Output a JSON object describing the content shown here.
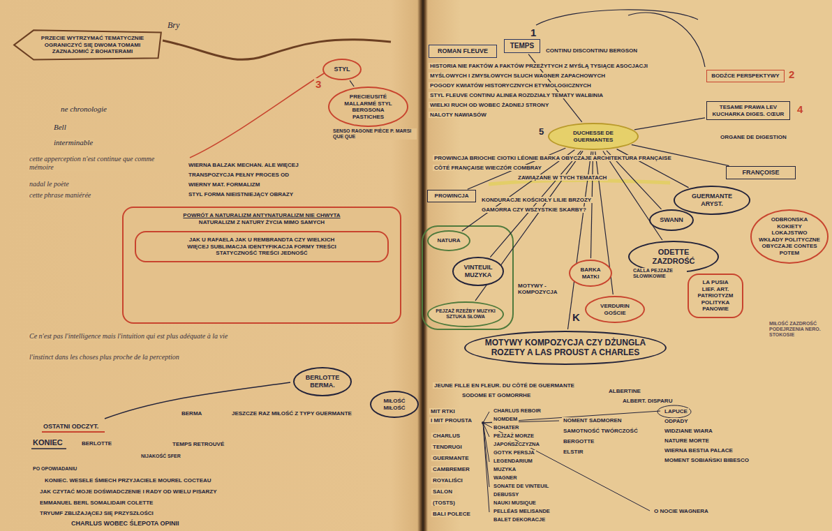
{
  "diagram": {
    "nodes": [
      {
        "text": [
          "PRZECIE WYTRZYMAĆ TEMATYCZNIE OGRANICZYĆ SIĘ DWOMA TOMAMI ZAZNAJOMIĆ Z BOHATERAMI"
        ]
      },
      {
        "text": [
          "STYL"
        ]
      },
      {
        "text": [
          "PRECIEUSITÉ",
          "MALLARMÉ STYL BERGSONA PASTICHES"
        ]
      },
      {
        "text": [
          "POWRÓT A NATURALIZM ANTYNATURALIZM NIE CHWYTA",
          "NATURALIZM Z NATURY ŻYCIA MIMO SAMYCH"
        ]
      },
      {
        "text": [
          "JAK U RAFAELA JAK U REMBRANDTA CZY WIELKICH",
          "WIĘCEJ SUBLIMACJA IDENTYFIKACJA FORMY TREŚCI",
          "STATYCZNOŚĆ TREŚCI JEDNOŚĆ"
        ],
        "in": 3
      },
      {
        "text": [
          "BERLOTTE BERMA."
        ]
      },
      {
        "text": [
          "MIŁOŚĆ MIŁOŚĆ"
        ]
      },
      {
        "text": [
          "ROMAN FLEUVE"
        ]
      },
      {
        "text": [
          "TEMPS"
        ]
      },
      {
        "text": [
          "BODŹCE PERSPEKTYWY"
        ]
      },
      {
        "text": [
          "TESAME PRAWA LEV KUCHARKA DIGES. CŒUR"
        ]
      },
      {
        "text": [
          "DUCHESSE DE GUERMANTES"
        ]
      },
      {
        "text": [
          "FRANÇOISE"
        ]
      },
      {
        "text": [
          "GUERMANTE ARYST."
        ]
      },
      {
        "text": [
          "ODBRONSKA KOKIETY LOKAJSTWO WKŁADY POLITYCZNE OBYCZAJE CONTES",
          "POTEM"
        ]
      },
      {
        "text": [
          "PROWINCJA"
        ]
      },
      {
        "text": [
          "NATURA"
        ]
      },
      {
        "text": [
          "VINTEUIL MUZYKA"
        ]
      },
      {
        "text": [
          "SWANN"
        ]
      },
      {
        "text": [
          "ODETTE ZAZDROŚĆ"
        ]
      },
      {
        "text": [
          "BARKA MATKI"
        ]
      },
      {
        "text": [
          "VERDURIN GOŚCIE"
        ]
      },
      {
        "text": [
          "MOTYWY KOMPOZYCJA CZY DŻUNGLA",
          "ROZETY A LAS PROUST A CHARLES"
        ]
      },
      {
        "text": [
          "LA PUSIA LIEF. ART. PATRIOTYZM POLITYKA PANOWIE"
        ]
      },
      {
        "text": [
          "PEJZAŻ RZEŹBY MUZYKI SZTUKA SŁOWA"
        ]
      }
    ],
    "edges": [
      {
        "from": 1,
        "to": 2,
        "arrow": "none"
      },
      {
        "from": 8,
        "to": 11,
        "arrow": "none"
      },
      {
        "from": 10,
        "to": 11,
        "arrow": "none"
      },
      {
        "from": 11,
        "to": 15,
        "arrow": "none"
      },
      {
        "from": 11,
        "to": 16,
        "arrow": "none"
      },
      {
        "from": 11,
        "to": 17,
        "arrow": "none"
      },
      {
        "from": 11,
        "to": 20,
        "arrow": "none"
      },
      {
        "from": 11,
        "to": 21,
        "arrow": "none"
      },
      {
        "from": 11,
        "to": 19,
        "arrow": "none"
      },
      {
        "from": 11,
        "to": 18,
        "arrow": "none"
      },
      {
        "from": 11,
        "to": 13,
        "arrow": "none"
      },
      {
        "from": 11,
        "to": 12,
        "arrow": "none"
      },
      {
        "from": 11,
        "to": 24,
        "arrow": "none"
      },
      {
        "from": 11,
        "to": 22,
        "arrow": "none"
      }
    ],
    "labels": [
      "Bry",
      "3",
      "ne chronologie",
      "Bell",
      "interminable",
      "cette apperception n'est continue que comme mémoire",
      "nadal le poète",
      "cette phrase maniérée",
      "WIERNA BALZAK MECHAN. ALE WIĘCEJ",
      "TRANSPOZYCJA PEŁNY PROCES OD",
      "WIERNY MAT. FORMALIZM",
      "STYL FORMA NIEISTNIEJĄCY OBRAZY",
      "SENSO RAGONE PIÈCE P. MARSI QUE QUE",
      "Ce n'est pas l'intelligence mais l'intuition qui est plus adéquate à la vie",
      "l'instinct dans les choses plus proche de la perception",
      "JESZCZE RAZ MIŁOŚĆ Z TYPY GUERMANTE",
      "BERMA",
      "OSTATNI ODCZYT.",
      "KONIEC",
      "BERLOTTE",
      "TEMPS RETROUVÉ",
      "NIJAKOŚĆ SFER",
      "PO OPOWIADANIU",
      "KONIEC. WESELE ŚMIECH PRZYJACIELE MOUREL COCTEAU",
      "JAK CZYTAĆ MOJE DOŚWIADCZENIE I RADY OD WIELU PISARZY",
      "EMMANUEL BERL SOMALIDAIR COLETTE",
      "TRYUMF ZBLIŻAJĄCEJ SIĘ PRZYSZŁOŚCI",
      "CHARLUS WOBEC ŚLEPOTA OPINII",
      "1",
      "CONTINU DISCONTINU BERGSON",
      "HISTORIA NIE FAKTÓW A FAKTÓW PRZEŻYTYCH Z MYŚLĄ TYSIĄCE ASOCJACJI",
      "MYŚLOWYCH I ZMYSŁOWYCH SŁUCH WAGNER ZAPACHOWYCH",
      "POGODY KWIATÓW HISTORYCZNYCH ETYMOLOGICZNYCH",
      "STYL FLEUVE CONTINU ALINEA ROZDZIAŁY TEMATY WALBINIA",
      "WIELKI RUCH OD WOBEC ŻADNEJ STRONY",
      "NALOTY NAWIASÓW",
      "2",
      "4",
      "5",
      "ORGANE DE DIGESTION",
      "PROWINCJA BRIOCHE CIOTKI LÉONIE BARKA OBYCZAJE ARCHITEKTURA FRANÇAISE",
      "CÔTÉ FRANÇAISE WIECZÓR COMBRAY",
      "ZAWIĄZANE W TYCH TEMATACH",
      "KONDURACJE KOŚCIOŁY LILIE BRZOZY",
      "GAMORRA CZY WSZYSTKIE SKARBY?",
      "CALLA PEJZAŻE SŁOWIKOWIE",
      "MOTYWY - KOMPOZYCJA",
      "K",
      "MIŁOŚĆ ZAZDROŚĆ PODEJRZENIA NERO. STOKOSIE",
      "JEUNE FILLE EN FLEUR. DU CÔTÉ DE GUERMANTE",
      "SODOME ET GOMORRHE",
      "ALBERTINE",
      "ALBERT. DISPARU",
      "MIT RTKI",
      "I MIT PROUSTA",
      "CHARLUS",
      "TENDRUGI",
      "GUERMANTE",
      "CAMBREMER",
      "ROYALIŚCI",
      "SALON",
      "(TOSTS)",
      "BALI POLECE",
      "CHARLUS REBOIR",
      "NOMDEM",
      "BOHATER",
      "PEJZAŻ MORZE",
      "JAPOŃSZCZYZNA",
      "GOTYK PERSJA",
      "LEGENDARIUM",
      "MUZYKA",
      "WAGNER",
      "SONATE DE VINTEUIL",
      "DEBUSSY",
      "NAUKI MUSIQUE",
      "PELLÉAS MELISANDE",
      "BALET DEKORACJE",
      "NOMENT SADMOREN",
      "SAMOTNOŚĆ TWÓRCZOŚĆ",
      "BERGOTTE",
      "ELSTIR",
      "LAPUCE",
      "ODPADY",
      "WIDZIANE WIARA",
      "NATURE MORTE",
      "WIERNA BESTIA PALACE",
      "MOMENT SOBIAŃSKI BIBESCO",
      "O NOCIE WAGNERA"
    ]
  }
}
